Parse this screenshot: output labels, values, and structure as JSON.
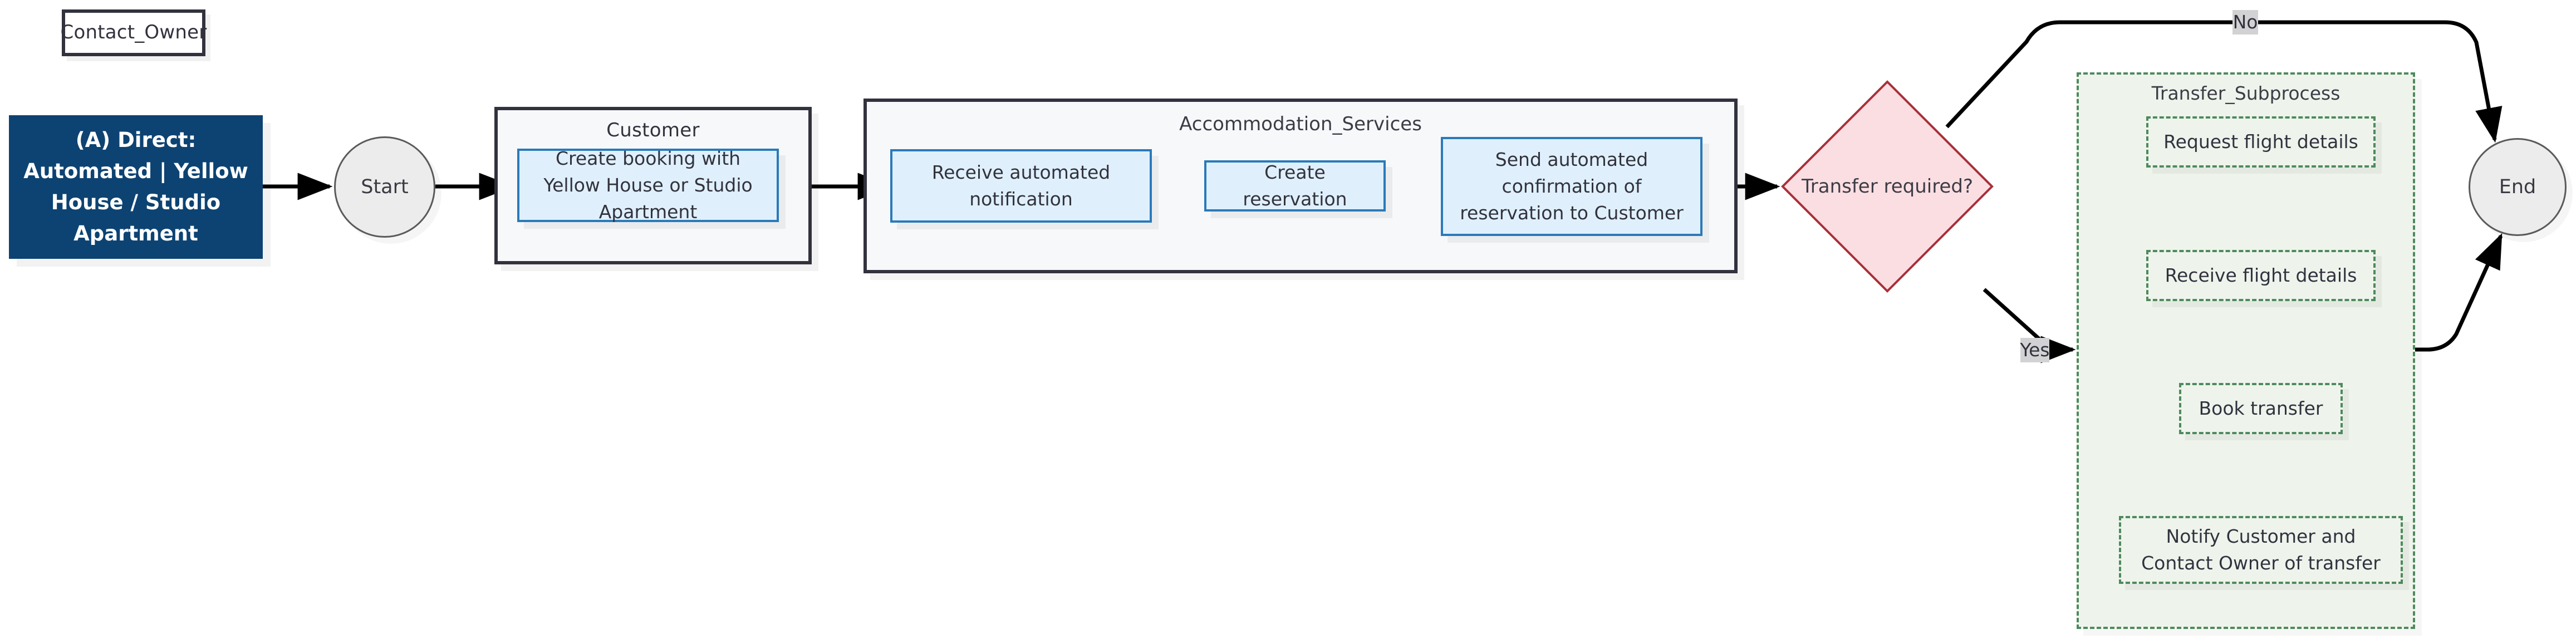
{
  "diagram": {
    "type": "bpmn-flowchart",
    "title_box": {
      "label": "Contact_Owner"
    },
    "scenario_box": {
      "label": "(A) Direct: Automated | Yellow House / Studio Apartment"
    },
    "start_node": {
      "label": "Start"
    },
    "end_node": {
      "label": "End"
    },
    "lanes": [
      {
        "name": "customer-lane",
        "title": "Customer",
        "tasks": [
          {
            "id": "create-booking",
            "label": "Create booking with Yellow House or Studio Apartment"
          }
        ]
      },
      {
        "name": "accommodation-services-lane",
        "title": "Accommodation_Services",
        "tasks": [
          {
            "id": "receive-notification",
            "label": "Receive automated notification"
          },
          {
            "id": "create-reservation",
            "label": "Create reservation"
          },
          {
            "id": "send-confirmation",
            "label": "Send automated confirmation of reservation to Customer"
          }
        ]
      }
    ],
    "decision": {
      "id": "transfer-required",
      "label": "Transfer required?"
    },
    "subprocess": {
      "title": "Transfer_Subprocess",
      "tasks": [
        {
          "id": "request-flight-details",
          "label": "Request flight details"
        },
        {
          "id": "receive-flight-details",
          "label": "Receive flight details"
        },
        {
          "id": "book-transfer",
          "label": "Book transfer"
        },
        {
          "id": "notify-customer",
          "label": "Notify Customer and Contact Owner of transfer"
        }
      ]
    },
    "edge_labels": {
      "no": "No",
      "yes": "Yes"
    },
    "colors": {
      "dark_navy": "#0d4372",
      "outline_dark": "#32323e",
      "task_blue_fill": "#dff0fc",
      "task_blue_border": "#2a7ab9",
      "decision_fill": "#fadee2",
      "decision_border": "#a8303a",
      "subprocess_fill": "#eef4ec",
      "subprocess_border": "#4e8a5d",
      "circle_fill": "#ececec",
      "circle_border": "#5a5a5a",
      "lane_fill": "#f7f8fa",
      "edge_label_chip": "#d2d2d4",
      "arrow": "#000000",
      "canvas": "#ffffff"
    }
  }
}
